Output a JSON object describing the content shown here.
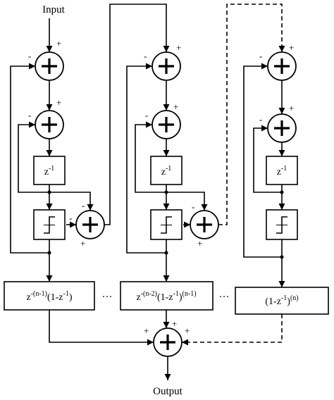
{
  "labels": {
    "input": "Input",
    "output": "Output"
  },
  "signs": {
    "plus": "+",
    "minus": "-"
  },
  "delay_block": {
    "base": "z",
    "exp": "-1"
  },
  "filters": [
    {
      "pre": "z",
      "sup1": "-(n-1)",
      "mid": "(1-z",
      "sup2": "-1",
      "post": ")"
    },
    {
      "pre": "z",
      "sup1": "-(n-2)",
      "mid": "(1-z",
      "sup2": "-1",
      "post": ")",
      "sup3": "(n-1)"
    },
    {
      "pre": "(1-z",
      "sup1": "-1",
      "post": ")",
      "sup2": "(n)"
    }
  ],
  "ellipsis": "···"
}
